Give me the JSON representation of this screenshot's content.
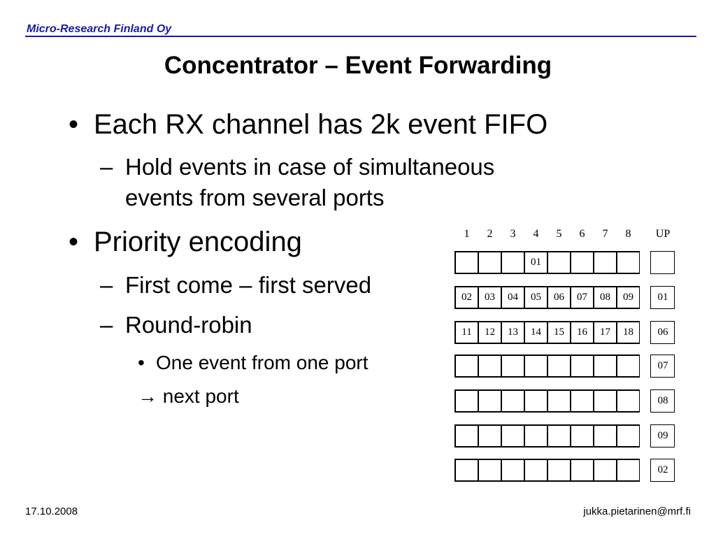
{
  "header": {
    "company": "Micro-Research Finland Oy"
  },
  "title": "Concentrator – Event Forwarding",
  "bullets": {
    "b1": "Each RX channel has 2k event FIFO",
    "b1_sub1_line1": "Hold events in case of simultaneous",
    "b1_sub1_line2": "events from several ports",
    "b2": "Priority encoding",
    "b2_sub1": "First come – first served",
    "b2_sub2": "Round-robin",
    "b2_sub2_item1": "One event from one port",
    "b2_sub2_item2": "→ next port",
    "marker_l1": "•",
    "marker_l2": "–",
    "marker_l3": "•"
  },
  "diagram": {
    "columns": [
      "1",
      "2",
      "3",
      "4",
      "5",
      "6",
      "7",
      "8"
    ],
    "up_label": "UP",
    "rows": [
      {
        "cells": [
          "",
          "",
          "",
          "01",
          "",
          "",
          "",
          ""
        ],
        "up": ""
      },
      {
        "cells": [
          "02",
          "03",
          "04",
          "05",
          "06",
          "07",
          "08",
          "09"
        ],
        "up": "01"
      },
      {
        "cells": [
          "11",
          "12",
          "13",
          "14",
          "15",
          "16",
          "17",
          "18"
        ],
        "up": "06"
      },
      {
        "cells": [
          "",
          "",
          "",
          "",
          "",
          "",
          "",
          ""
        ],
        "up": "07"
      },
      {
        "cells": [
          "",
          "",
          "",
          "",
          "",
          "",
          "",
          ""
        ],
        "up": "08"
      },
      {
        "cells": [
          "",
          "",
          "",
          "",
          "",
          "",
          "",
          ""
        ],
        "up": "09"
      },
      {
        "cells": [
          "",
          "",
          "",
          "",
          "",
          "",
          "",
          ""
        ],
        "up": "02"
      }
    ]
  },
  "footer": {
    "date": "17.10.2008",
    "email": "jukka.pietarinen@mrf.fi"
  },
  "colors": {
    "header_blue": "#1a1aaa"
  }
}
